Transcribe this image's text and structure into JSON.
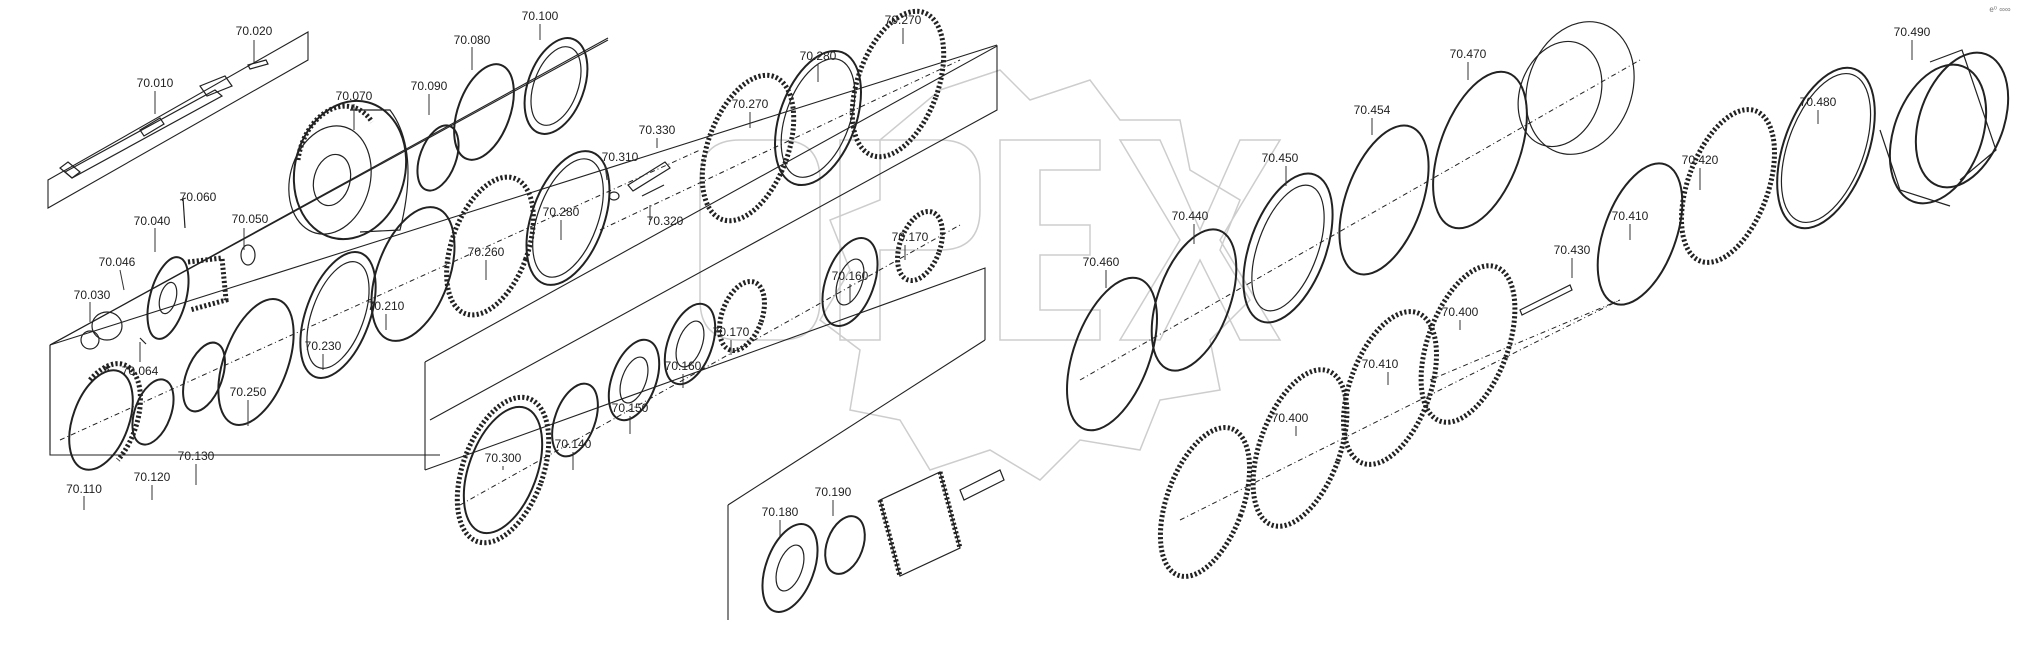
{
  "corner_mark": "e⁰ ∞∞",
  "parts": [
    {
      "id": "70.010"
    },
    {
      "id": "70.020"
    },
    {
      "id": "70.030"
    },
    {
      "id": "70.040"
    },
    {
      "id": "70.046"
    },
    {
      "id": "70.050"
    },
    {
      "id": "70.060"
    },
    {
      "id": "70.064"
    },
    {
      "id": "70.070"
    },
    {
      "id": "70.080"
    },
    {
      "id": "70.090"
    },
    {
      "id": "70.100"
    },
    {
      "id": "70.110"
    },
    {
      "id": "70.120"
    },
    {
      "id": "70.130"
    },
    {
      "id": "70.140"
    },
    {
      "id": "70.150"
    },
    {
      "id": "70.160"
    },
    {
      "id": "70.160"
    },
    {
      "id": "70.170"
    },
    {
      "id": "70.170"
    },
    {
      "id": "70.180"
    },
    {
      "id": "70.190"
    },
    {
      "id": "70.210"
    },
    {
      "id": "70.230"
    },
    {
      "id": "70.250"
    },
    {
      "id": "70.260"
    },
    {
      "id": "70.270"
    },
    {
      "id": "70.270"
    },
    {
      "id": "70.280"
    },
    {
      "id": "70.280"
    },
    {
      "id": "70.300"
    },
    {
      "id": "70.310"
    },
    {
      "id": "70.320"
    },
    {
      "id": "70.330"
    },
    {
      "id": "70.400"
    },
    {
      "id": "70.400"
    },
    {
      "id": "70.410"
    },
    {
      "id": "70.410"
    },
    {
      "id": "70.420"
    },
    {
      "id": "70.430"
    },
    {
      "id": "70.440"
    },
    {
      "id": "70.450"
    },
    {
      "id": "70.454"
    },
    {
      "id": "70.460"
    },
    {
      "id": "70.470"
    },
    {
      "id": "70.480"
    },
    {
      "id": "70.490"
    }
  ],
  "asterisk": "*"
}
